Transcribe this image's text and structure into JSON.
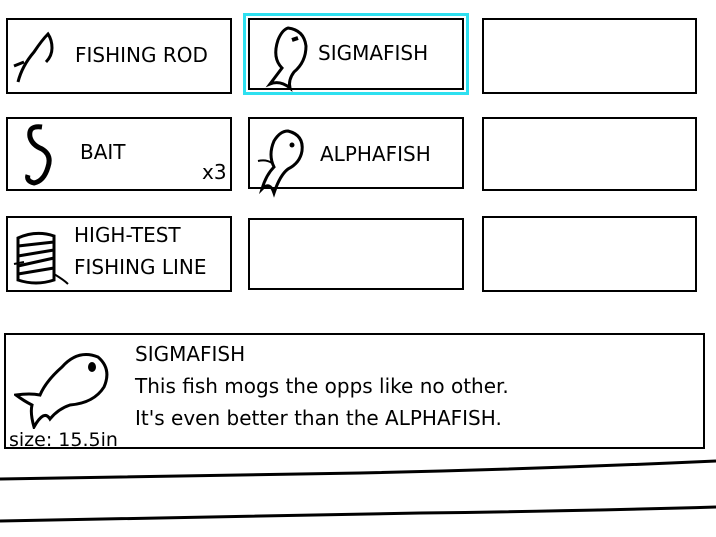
{
  "inventory": {
    "slots": [
      {
        "label": "FISHING ROD",
        "icon": "fishing-rod-icon",
        "quantity": "",
        "selected": false
      },
      {
        "label": "SIGMAFISH",
        "icon": "sigmafish-icon",
        "quantity": "",
        "selected": true
      },
      {
        "label": "",
        "icon": "",
        "quantity": "",
        "selected": false
      },
      {
        "label": "BAIT",
        "icon": "bait-worm-icon",
        "quantity": "x3",
        "selected": false
      },
      {
        "label": "ALPHAFISH",
        "icon": "alphafish-icon",
        "quantity": "",
        "selected": false
      },
      {
        "label": "",
        "icon": "",
        "quantity": "",
        "selected": false
      },
      {
        "label_line1": "HIGH-TEST",
        "label_line2": "FISHING LINE",
        "icon": "fishing-line-spool-icon",
        "quantity": "",
        "selected": false
      },
      {
        "label": "",
        "icon": "",
        "quantity": "",
        "selected": false
      },
      {
        "label": "",
        "icon": "",
        "quantity": "",
        "selected": false
      }
    ],
    "highlight_color": "#2ee0f0"
  },
  "details": {
    "name": "SIGMAFISH",
    "description_line1": "This fish mogs the opps like no other.",
    "description_line2": "It's even better than the ALPHAFISH.",
    "size": "size: 15.5in",
    "icon": "sigmafish-icon"
  }
}
